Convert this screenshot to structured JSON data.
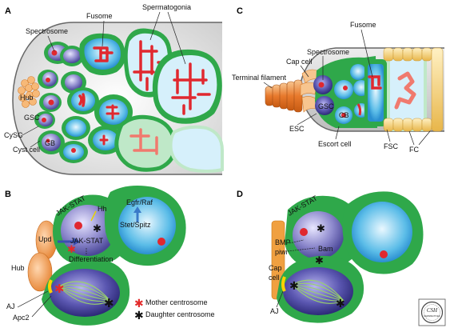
{
  "panels": {
    "A": {
      "letter": "A",
      "labels": {
        "fusome": "Fusome",
        "spermatogonia": "Spermatogonia",
        "spectrosome": "Spectrosome",
        "hub": "Hub",
        "gsc": "GSC",
        "cysc": "CySC",
        "gb": "GB",
        "cyst_cell": "Cyst cell"
      }
    },
    "B": {
      "letter": "B",
      "labels": {
        "egfr_raf": "Egfr/Raf",
        "stet_spitz": "Stet/Spitz",
        "hh": "Hh",
        "jak_stat_top": "JAK-STAT",
        "upd": "Upd",
        "jak_stat_mid": "JAK-STAT",
        "differentiation": "Differentiation",
        "hub": "Hub",
        "aj": "AJ",
        "apc2": "Apc2"
      },
      "legend": {
        "mother": "Mother centrosome",
        "daughter": "Daughter centrosome",
        "mother_color": "#e32b2b",
        "daughter_color": "#111111"
      }
    },
    "C": {
      "letter": "C",
      "labels": {
        "spectrosome": "Spectrosome",
        "fusome": "Fusome",
        "cap_cell": "Cap cell",
        "terminal_filament": "Terminal filament",
        "gsc": "GSC",
        "cb": "CB",
        "esc": "ESC",
        "escort_cell": "Escort cell",
        "fsc": "FSC",
        "fc": "FC"
      }
    },
    "D": {
      "letter": "D",
      "labels": {
        "jak_stat": "JAK-STAT",
        "bmp": "BMP",
        "piwi": "piwi",
        "bam": "Bam",
        "cap": "Cap",
        "cell": "cell",
        "aj": "AJ"
      }
    }
  },
  "logo": {
    "line1": "CSH",
    "line2": "PERSPECTIVES"
  },
  "colors": {
    "cyst_green": "#2fa84a",
    "cyst_light": "#c8ecd0",
    "germ_blue": "#3aa9e0",
    "germ_light": "#d6f0fb",
    "gsc_purple": "#8a86c8",
    "fusome_red": "#e0282f",
    "hub_orange": "#f2a35e",
    "cap_orange": "#f0a040",
    "spindle_green": "#9ad36a",
    "arrow_blue": "#4a6ec8"
  }
}
